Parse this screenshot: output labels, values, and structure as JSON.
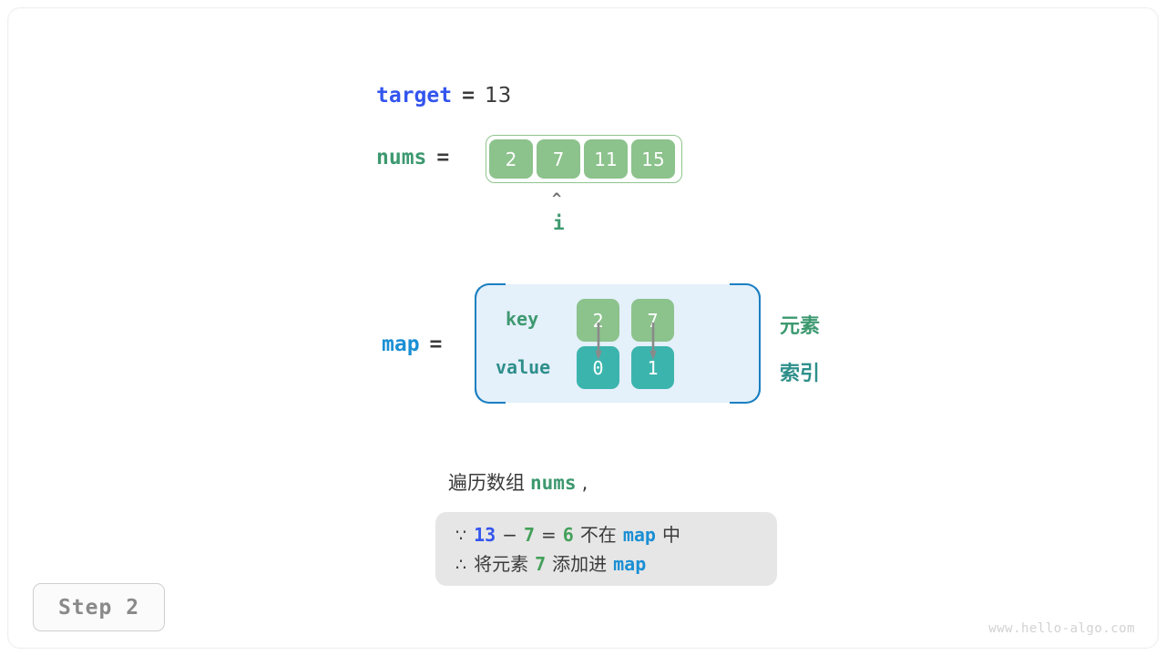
{
  "target": {
    "name": "target",
    "equals": "=",
    "value": "13"
  },
  "nums": {
    "name": "nums",
    "equals": "=",
    "cells": [
      "2",
      "7",
      "11",
      "15"
    ]
  },
  "pointer": {
    "caret": "^",
    "label": "i"
  },
  "map": {
    "name": "map",
    "equals": "=",
    "key_label": "key",
    "value_label": "value",
    "entries": [
      {
        "key": "2",
        "value": "0"
      },
      {
        "key": "7",
        "value": "1"
      }
    ],
    "legend_element": "元素",
    "legend_index": "索引"
  },
  "caption": {
    "prefix": "遍历数组",
    "keyword": "nums",
    "suffix": ","
  },
  "info": {
    "line1": {
      "symbol": "∵",
      "a": "13",
      "minus": "−",
      "b": "7",
      "eq": "=",
      "c": "6",
      "text_mid": "不在",
      "map": "map",
      "text_end": "中"
    },
    "line2": {
      "symbol": "∴",
      "text_start": "将元素",
      "n": "7",
      "text_mid": "添加进",
      "map": "map"
    }
  },
  "step_badge": "Step 2",
  "watermark": "www.hello-algo.com",
  "colors": {
    "blue_target": "#3355ee",
    "green_var": "#3d9970",
    "blue_map": "#1a8fd4",
    "teal_value": "#2e8f8b",
    "cell_green": "#8cc28c",
    "cell_teal": "#3cb4ae",
    "map_bg": "#e4f0fa",
    "map_border": "#1a7fc1",
    "info_bg": "#e6e6e6",
    "arrow_gray": "#8a8a8a"
  }
}
